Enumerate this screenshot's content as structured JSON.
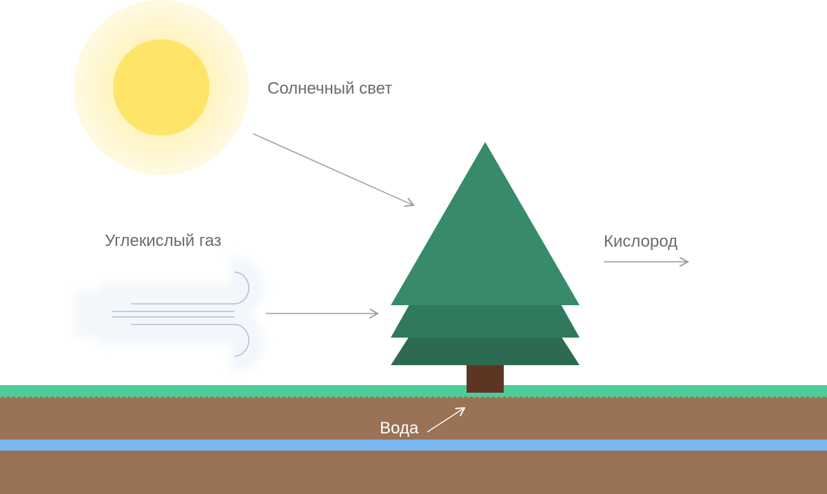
{
  "labels": {
    "sunlight": "Солнечный свет",
    "carbon_dioxide": "Углекислый газ",
    "oxygen": "Кислород",
    "water": "Вода"
  },
  "colors": {
    "sun_core": "#ffe46a",
    "sun_glow": "#fff3b8",
    "tree_top": "#378a6a",
    "tree_tier_2": "#2f7a5c",
    "tree_tier_3": "#2c6b51",
    "trunk": "#5e3522",
    "grass": "#4ecb98",
    "soil": "#9a7356",
    "water_layer": "#79b8f2",
    "wind": "#a9c1d6",
    "arrow": "#9a9a9a",
    "label_text": "#6b6b6b"
  }
}
